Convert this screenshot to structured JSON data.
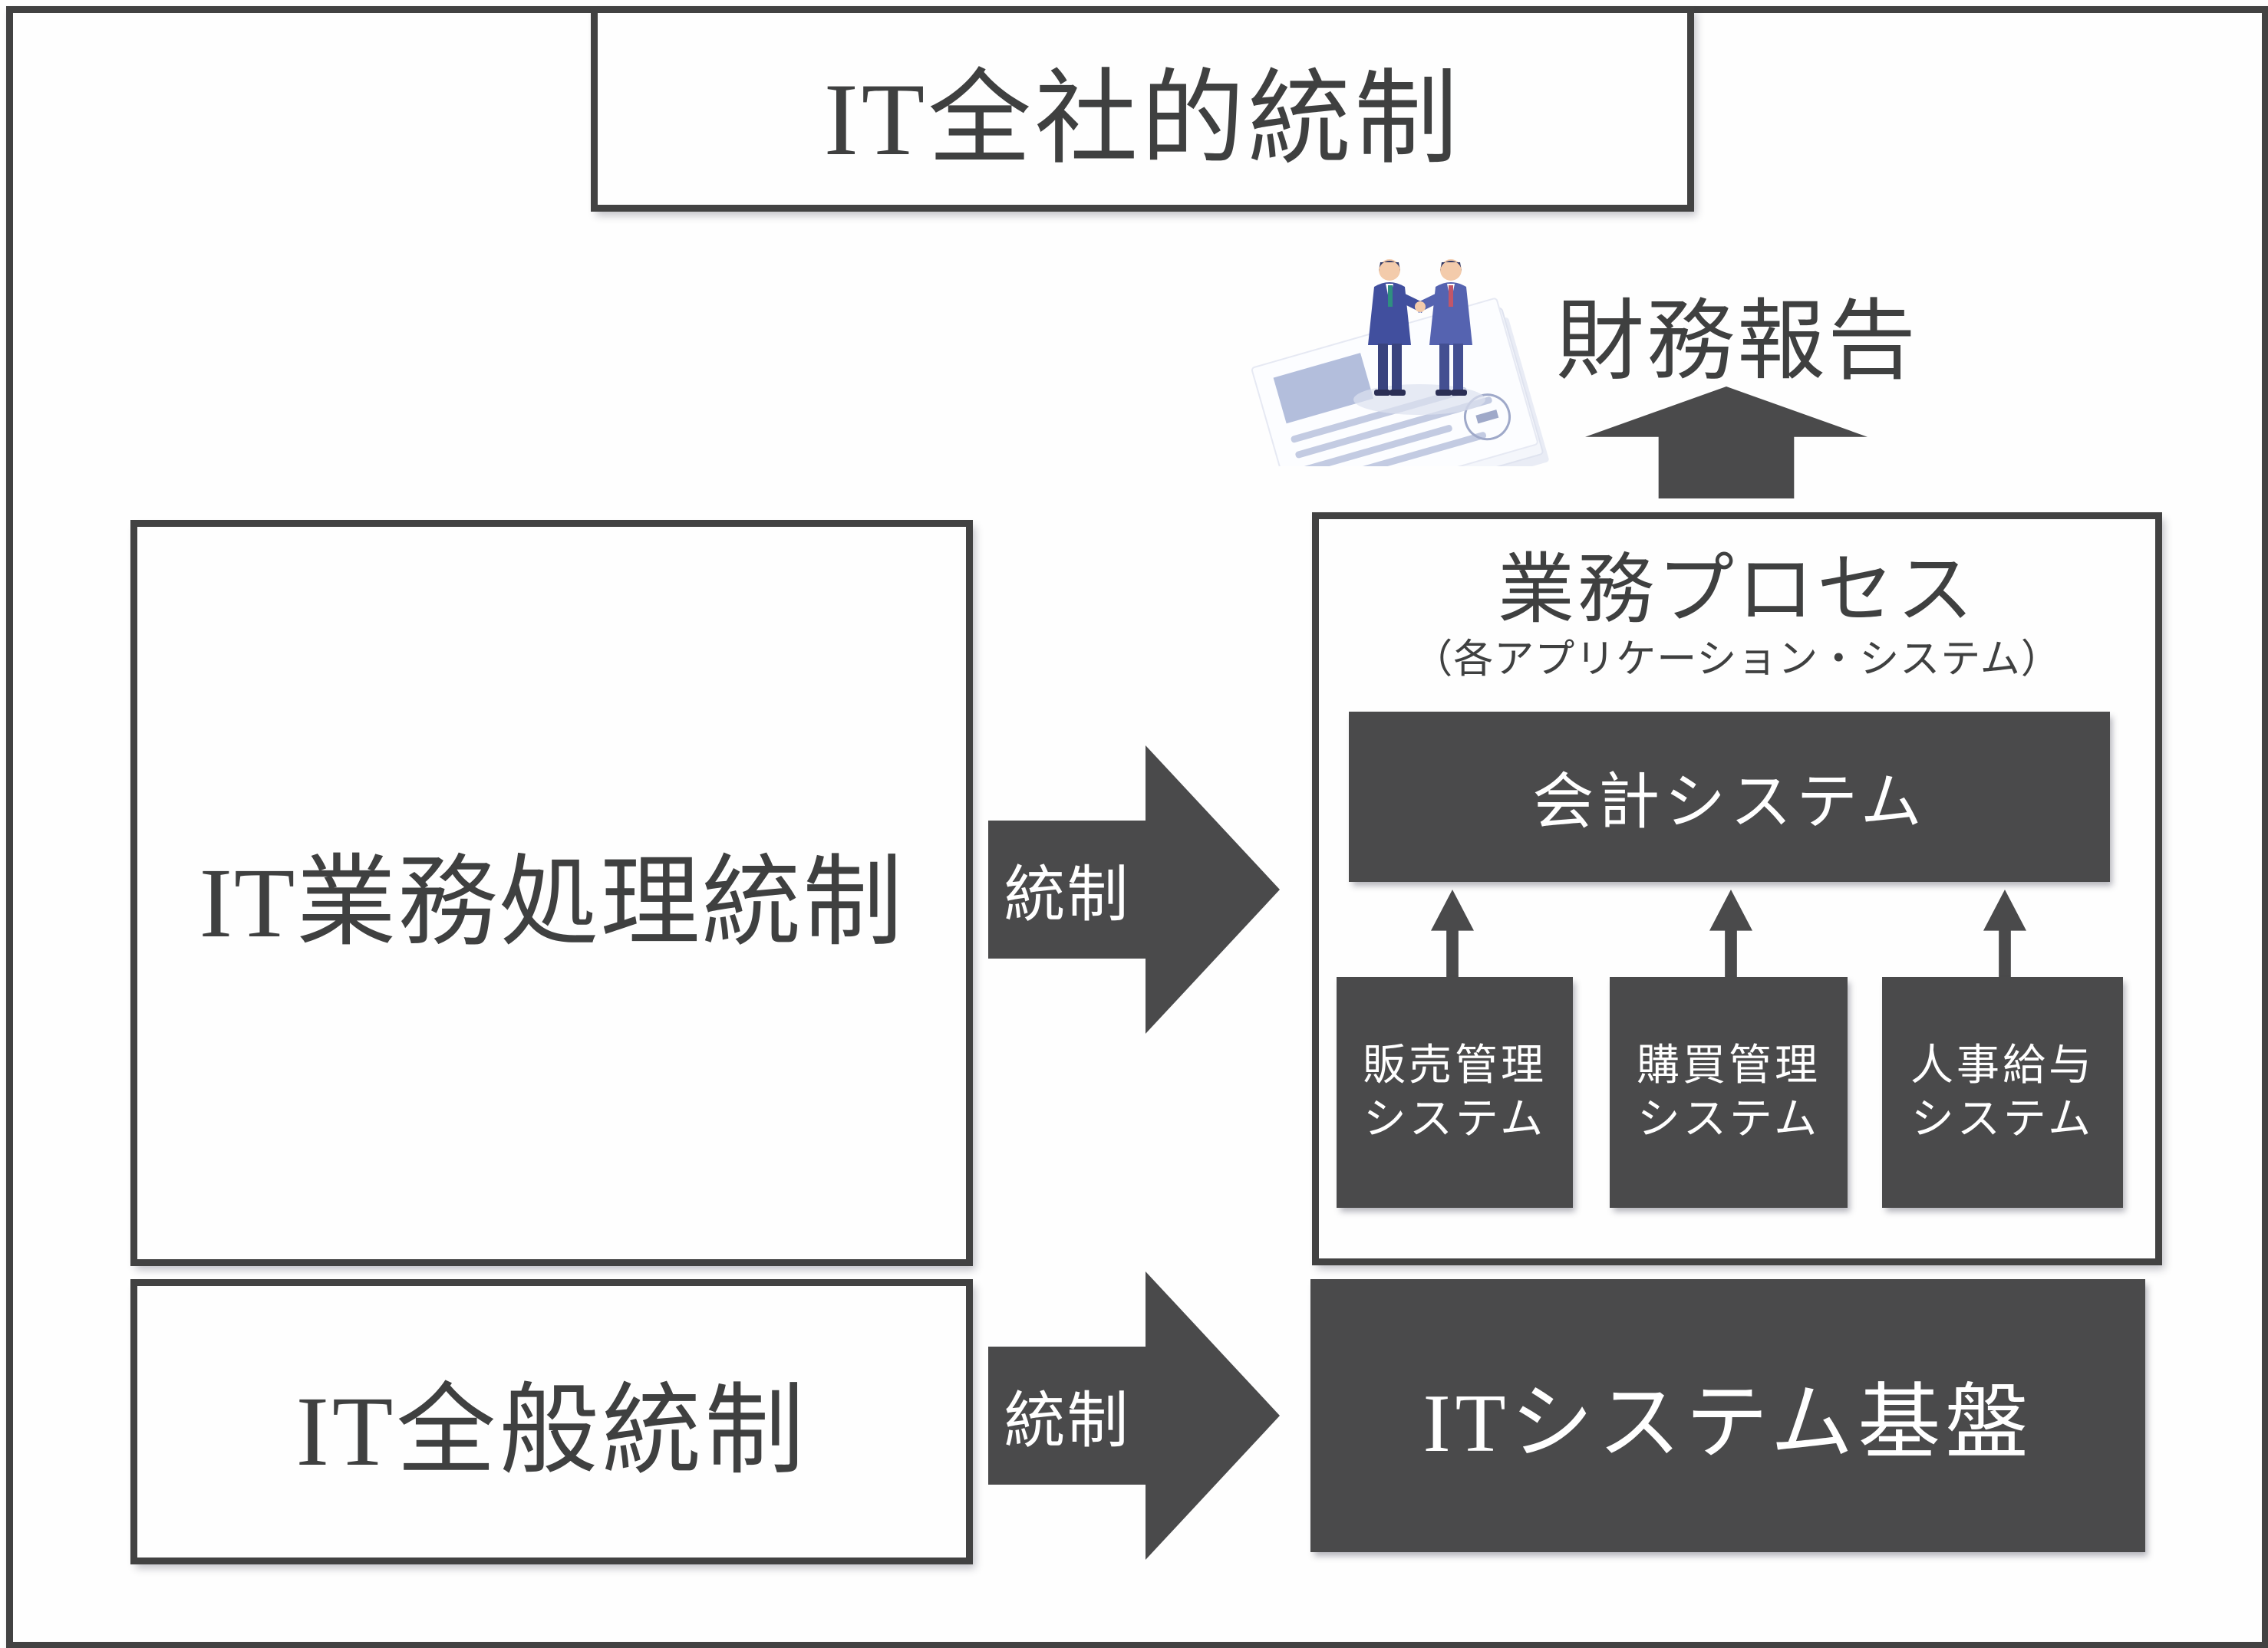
{
  "header": {
    "title": "IT全社的統制"
  },
  "financial_report": {
    "label": "財務報告"
  },
  "controls": {
    "process_control_label": "IT業務処理統制",
    "general_control_label": "IT全般統制",
    "arrow_label": "統制"
  },
  "business_process": {
    "title": "業務プロセス",
    "subtitle": "（各アプリケーション・システム）",
    "accounting_system_label": "会計システム",
    "subsystems": [
      {
        "line1": "販売管理",
        "line2": "システム"
      },
      {
        "line1": "購買管理",
        "line2": "システム"
      },
      {
        "line1": "人事給与",
        "line2": "システム"
      }
    ]
  },
  "infrastructure": {
    "label": "ITシステム基盤"
  },
  "icons": {
    "illustration": "handshake-documents-illustration",
    "up_arrow": "up-arrow-icon",
    "control_arrow": "right-arrow-icon"
  },
  "colors": {
    "dark_fill": "#4a4a4b",
    "border": "#424242",
    "text": "#3f4040",
    "white_text": "#ffffff",
    "paper_line": "#c3cbe2",
    "suit_navy": "#414f9e"
  }
}
